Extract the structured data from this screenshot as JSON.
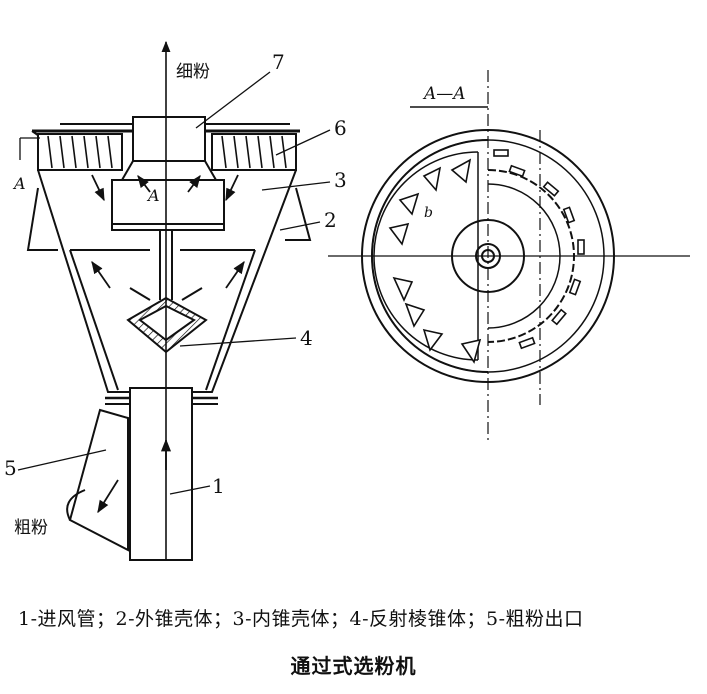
{
  "labels": {
    "fine_powder": "细粉",
    "coarse_powder": "粗粉",
    "section": "A—A",
    "section_left_top": "A",
    "section_left_inner": "A",
    "n1": "1",
    "n2": "2",
    "n3": "3",
    "n4": "4",
    "n5": "5",
    "n6": "6",
    "n7": "7",
    "b": "b"
  },
  "caption": "1-进风管；2-外锥壳体；3-内锥壳体；4-反射棱锥体；5-粗粉出口",
  "title": "通过式选粉机",
  "colors": {
    "ink": "#111111",
    "background": "#ffffff"
  }
}
